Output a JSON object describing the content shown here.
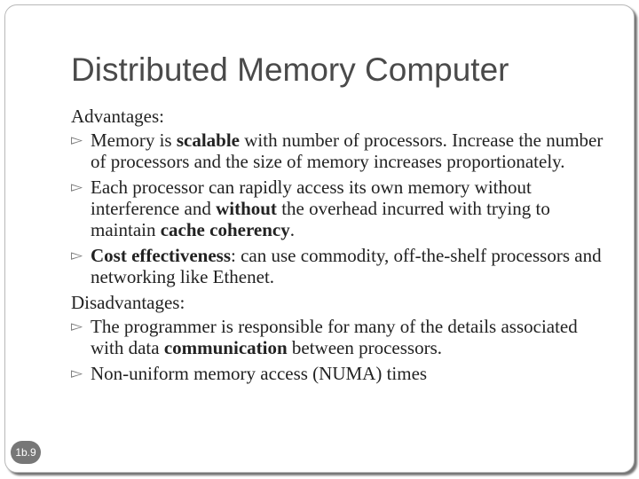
{
  "slide": {
    "title": "Distributed Memory Computer",
    "page_number": "1b.9",
    "bullet_icon": "right-triangle-bullet-icon",
    "sections": [
      {
        "heading": "Advantages:"
      },
      {
        "heading": "Disadvantages:"
      }
    ],
    "advantages": [
      {
        "a": "Memory is ",
        "b": "scalable",
        "c": " with number of processors. Increase the number of processors and the size of memory increases proportionately."
      },
      {
        "a": "Each processor can rapidly access its own memory without interference and ",
        "b": "without",
        "c": " the overhead incurred with trying to maintain ",
        "d": "cache coherency",
        "e": "."
      },
      {
        "a": "",
        "b": "Cost effectiveness",
        "c": ": can use commodity, off-the-shelf processors and networking like Ethenet."
      }
    ],
    "disadvantages": [
      {
        "a": "The programmer is responsible for many of the details associated with data ",
        "b": "communication",
        "c": " between processors."
      },
      {
        "a": "Non-uniform memory access (NUMA) times"
      }
    ]
  }
}
